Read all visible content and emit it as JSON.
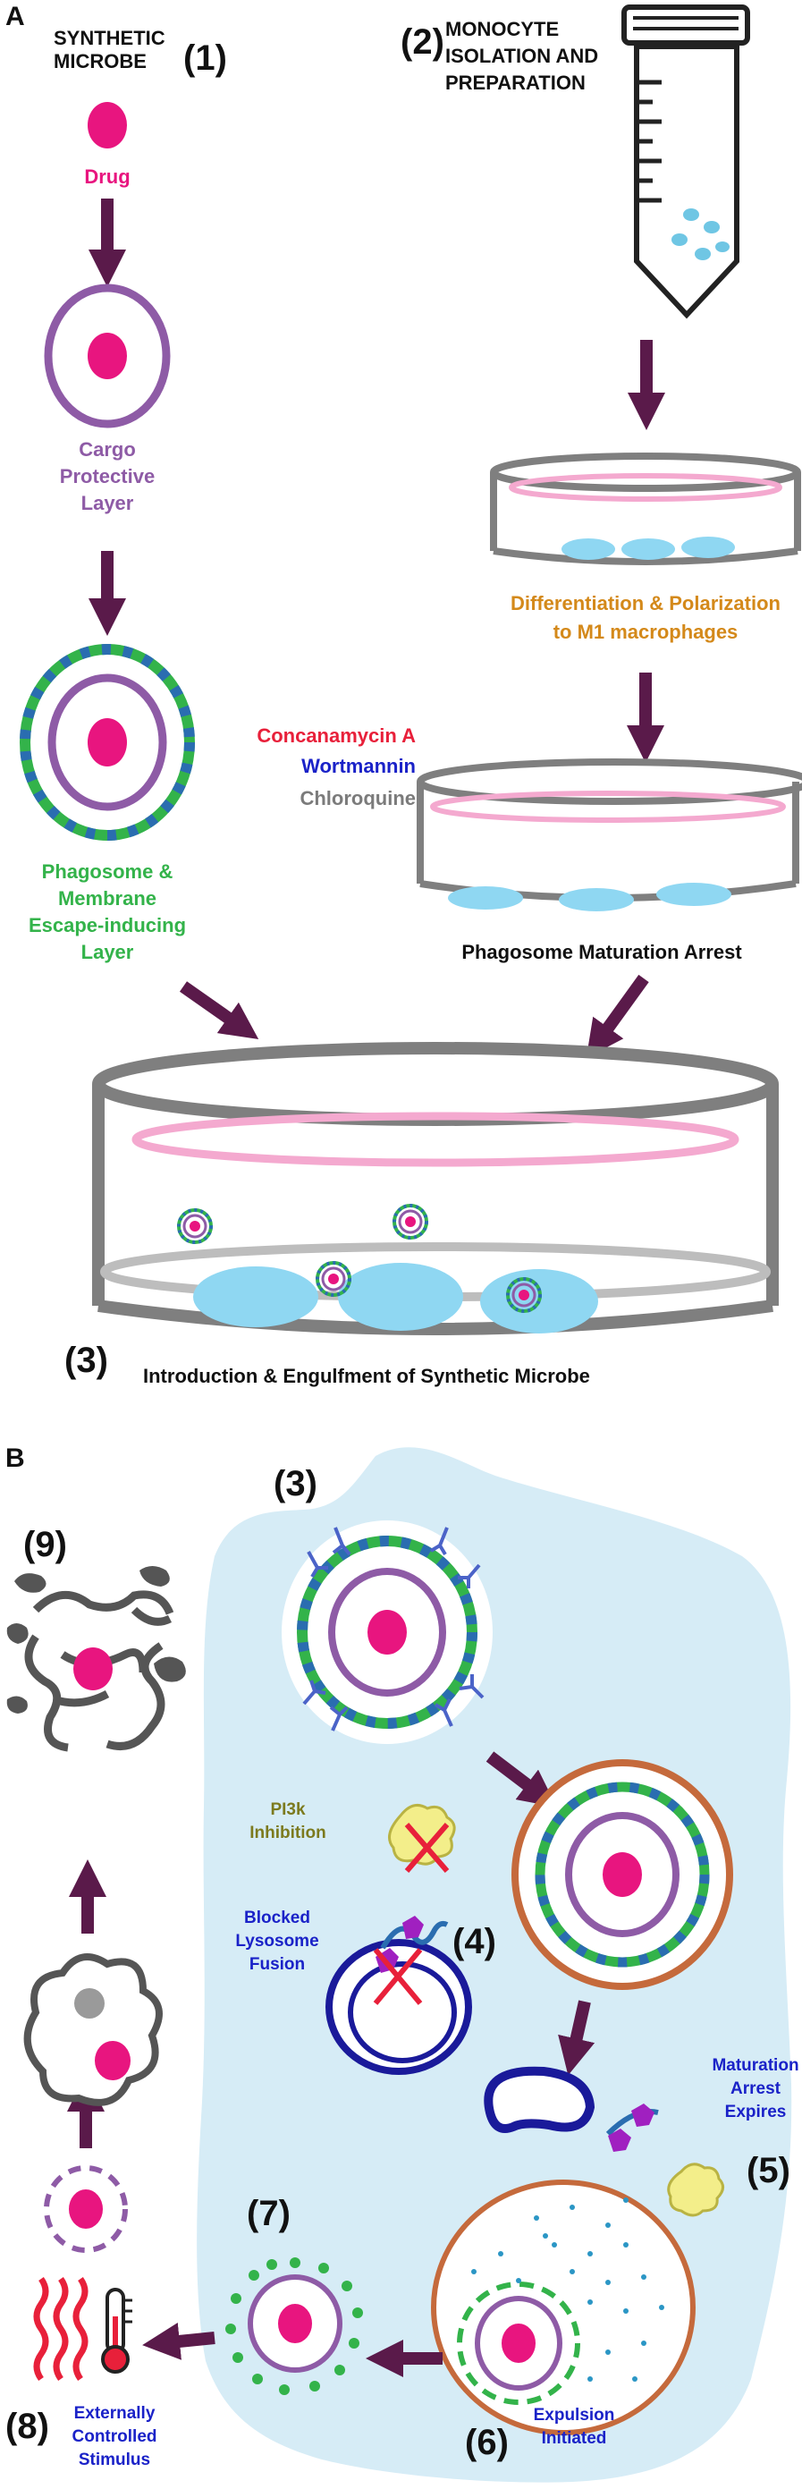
{
  "colors": {
    "drug": "#e8157f",
    "purple": "#8e5ba6",
    "green": "#33b34a",
    "blue_dash": "#2a6db0",
    "arrow": "#5a1a4a",
    "orange": "#d4891a",
    "red": "#e8203a",
    "navy": "#1a22c8",
    "grey": "#7b7b7b",
    "cyto": "#d6ecf6",
    "cell_blue": "#8fd7f2",
    "dish": "#7f7f7f",
    "olive": "#7c7a1e",
    "copper": "#c56a3c"
  },
  "panel_a": {
    "letter": "A",
    "step1_title": "SYNTHETIC\nMICROBE",
    "step1_num": "(1)",
    "drug_label": "Drug",
    "cargo_label": "Cargo\nProtective\nLayer",
    "phago_label": "Phagosome &\nMembrane\nEscape-inducing\nLayer",
    "step2_num": "(2)",
    "step2_title": "MONOCYTE\nISOLATION AND\nPREPARATION",
    "diff_label": "Differentiation & Polarization\nto M1 macrophages",
    "drug1": "Concanamycin A",
    "drug2": "Wortmannin",
    "drug3": "Chloroquine",
    "arrest_label": "Phagosome Maturation Arrest",
    "step3_num": "(3)",
    "intro_label": "Introduction & Engulfment of Synthetic Microbe"
  },
  "panel_b": {
    "letter": "B",
    "n3": "(3)",
    "n4": "(4)",
    "n5": "(5)",
    "n6": "(6)",
    "n7": "(7)",
    "n8": "(8)",
    "n9": "(9)",
    "pi3k": "PI3k\nInhibition",
    "blocked": "Blocked\nLysosome\nFusion",
    "maturation": "Maturation\nArrest\nExpires",
    "expulsion": "Expulsion\nInitiated",
    "stimulus": "Externally\nControlled\nStimulus"
  }
}
